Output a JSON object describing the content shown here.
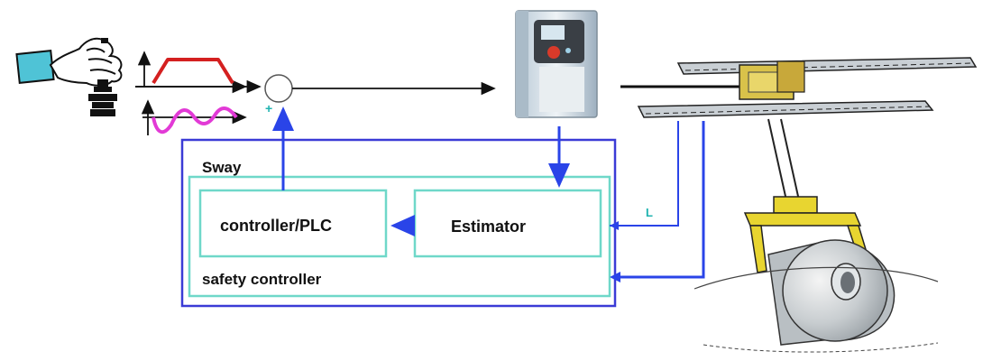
{
  "diagram": {
    "sway_label": "Sway",
    "controller_label": "controller/PLC",
    "estimator_label": "Estimator",
    "safety_label": "safety controller",
    "rope_length_label": "L",
    "sum_plus_sign": "+"
  },
  "colors": {
    "outer_box": "#3b3bd6",
    "inner_boxes": "#6fd8c9",
    "signal_arrows": "#2a44e8",
    "profile_red": "#d42020",
    "profile_magenta": "#e23ad6",
    "hand_card": "#4fc3d6"
  },
  "icons": [
    "operator-hand-icon",
    "joystick-icon",
    "drive-unit-icon",
    "crane-trolley-icon",
    "hook-icon",
    "steel-coil-icon"
  ]
}
